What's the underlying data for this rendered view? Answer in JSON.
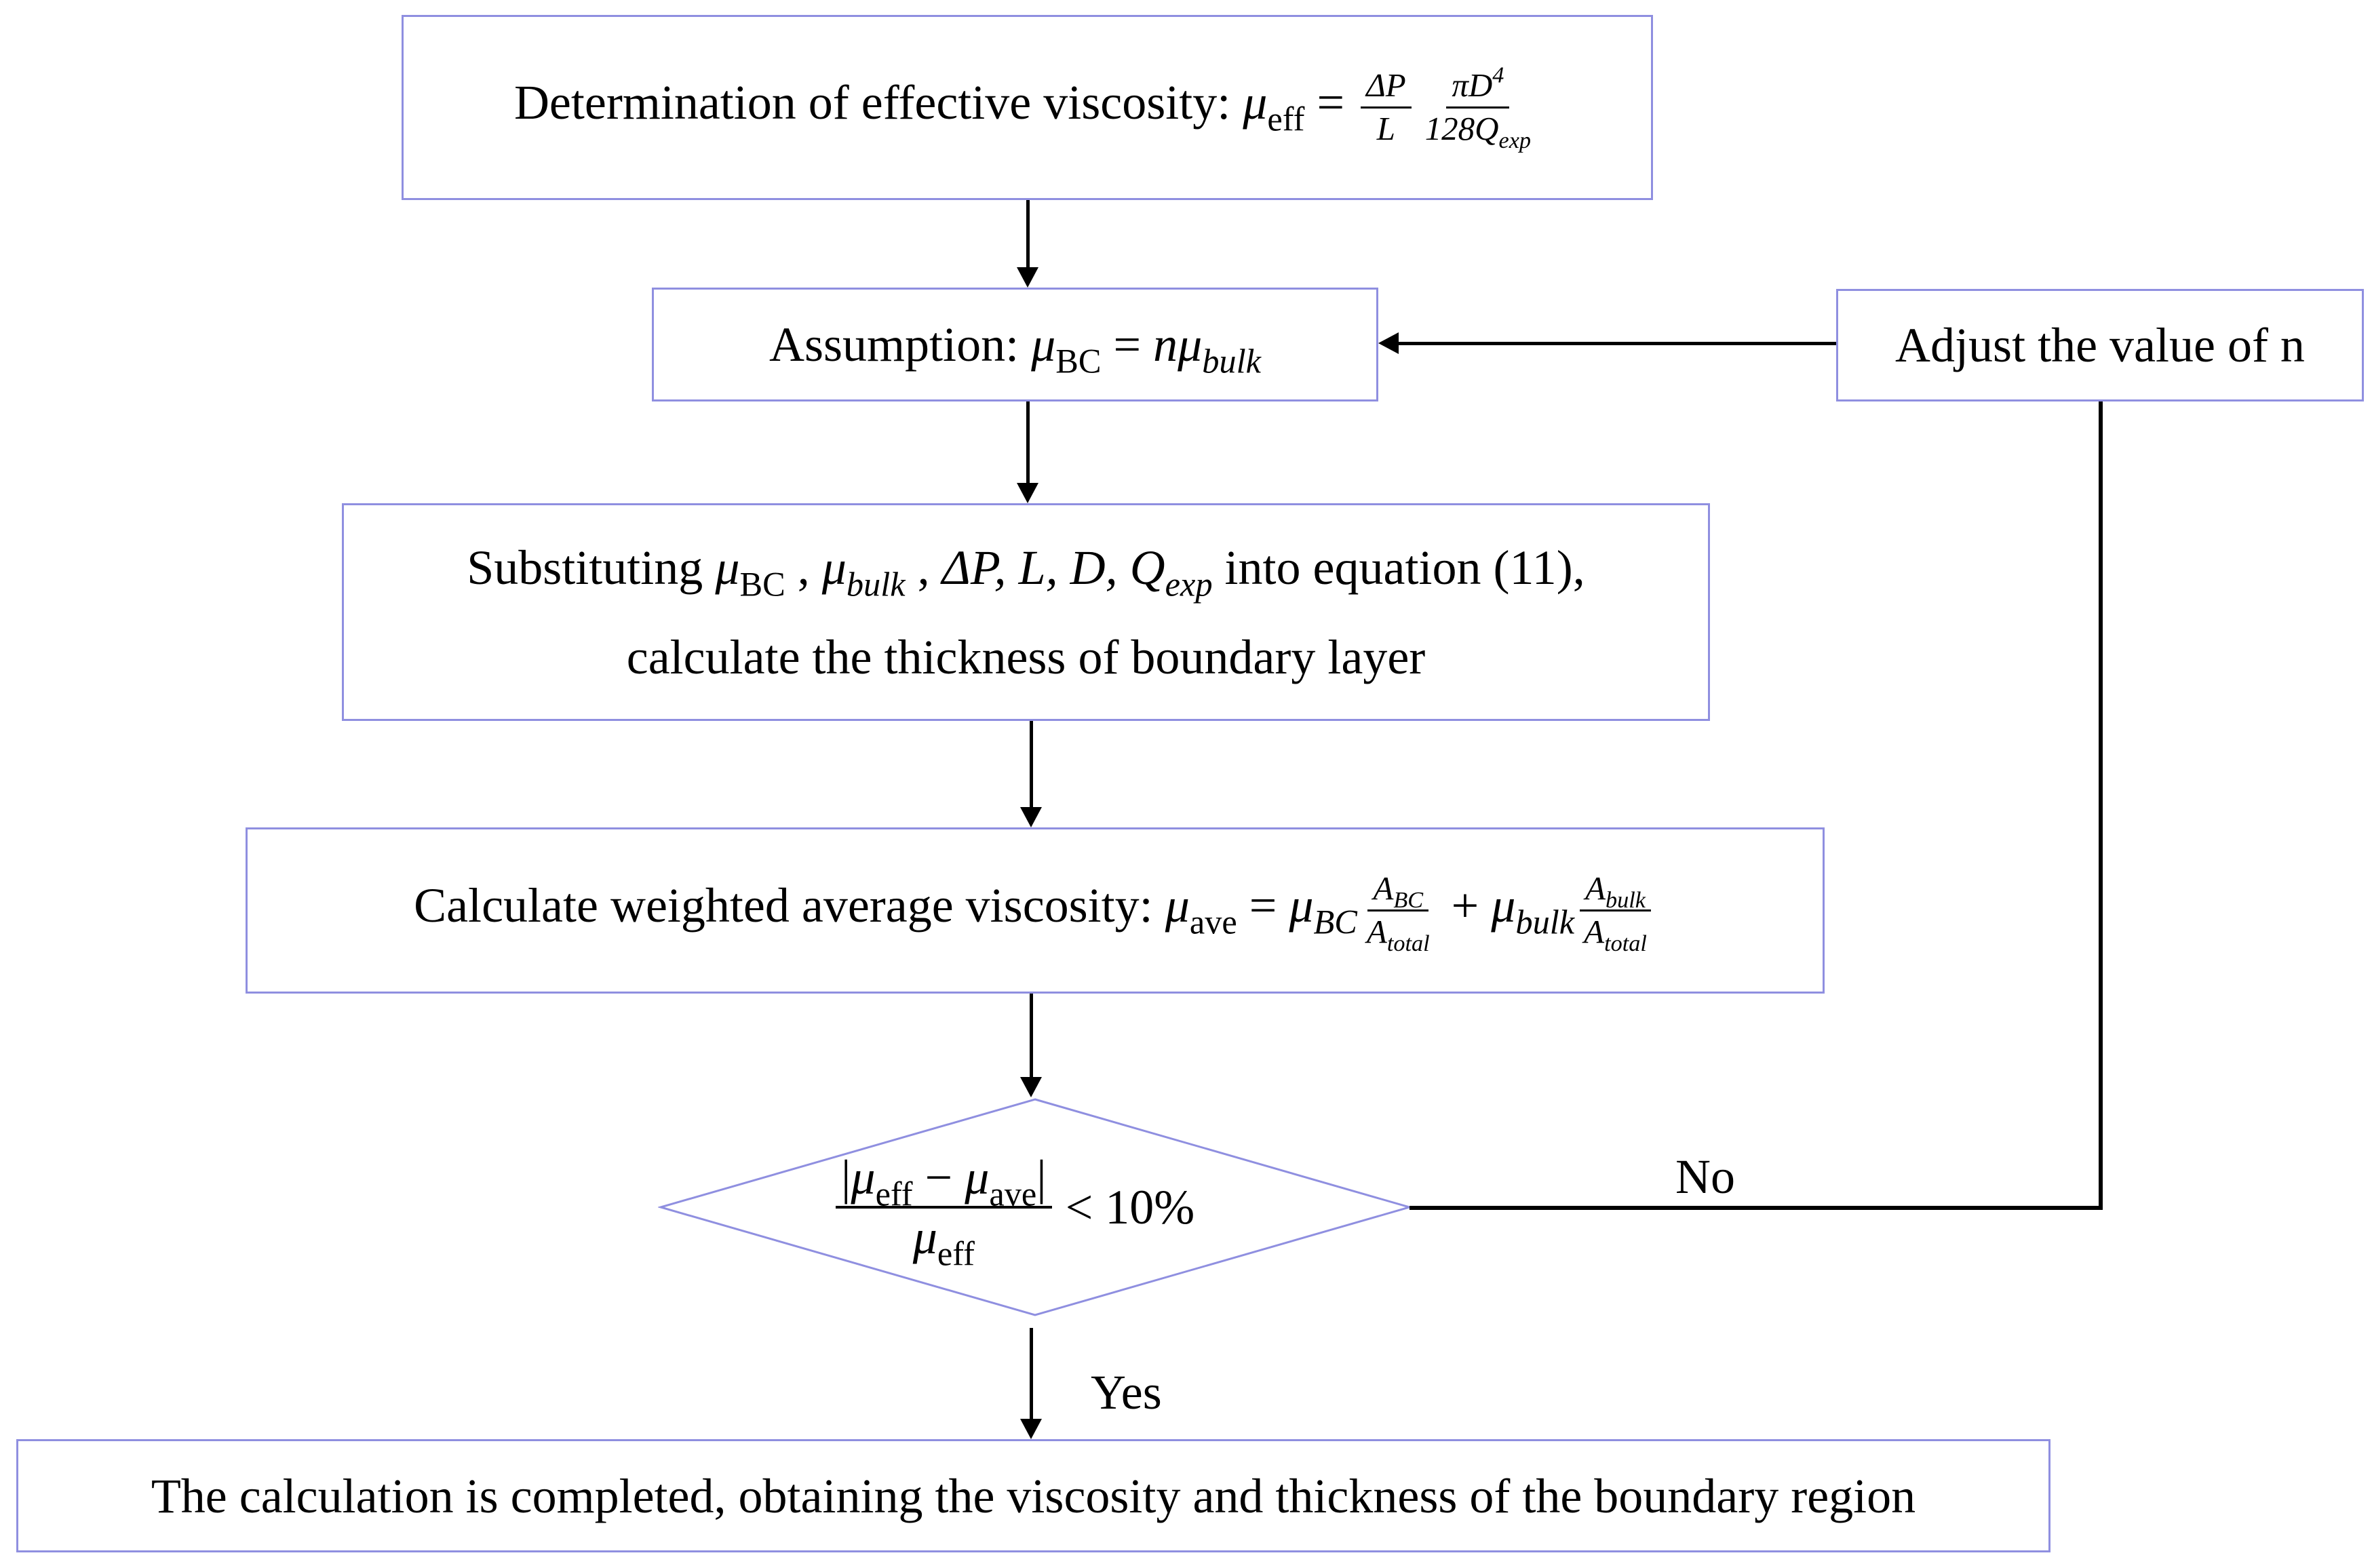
{
  "step1": {
    "prefix": "Determination of effective viscosity: ",
    "mu": "μ",
    "mu_sub": "eff",
    "eq": " = ",
    "f1_num": "ΔP",
    "f1_den": "L",
    "f2_num_a": "πD",
    "f2_num_exp": "4",
    "f2_den_a": "128Q",
    "f2_den_sub": "exp"
  },
  "step2": {
    "prefix": "Assumption: ",
    "mu": "μ",
    "mu_sub": "BC",
    "eq": " = ",
    "rhs": "nμ",
    "rhs_sub": "bulk"
  },
  "step3": {
    "line1_a": "Substituting ",
    "mu": "μ",
    "mu_sub": "BC",
    "sep1": " , ",
    "mu2": "μ",
    "mu2_sub": "bulk",
    "sep2": " , ",
    "dp": "ΔP,  ",
    "ld": "L, D, ",
    "q": "Q",
    "q_sub": "exp",
    "line1_b": " into equation (11),",
    "line2": "calculate the thickness of boundary layer"
  },
  "step4": {
    "prefix": "Calculate weighted average viscosity: ",
    "mu": "μ",
    "mu_sub": "ave",
    "eq": " = ",
    "mu_bc": "μ",
    "mu_bc_sub": "BC",
    "fa_num": "A",
    "fa_num_sub": "BC",
    "fa_den": "A",
    "fa_den_sub": "total",
    "plus": " + ",
    "mu_bulk": "μ",
    "mu_bulk_sub": "bulk",
    "fb_num": "A",
    "fb_num_sub": "bulk",
    "fb_den": "A",
    "fb_den_sub": "total"
  },
  "decision": {
    "num_open": "|",
    "num_mu1": "μ",
    "num_mu1_sub": "eff",
    "num_minus": " − ",
    "num_mu2": "μ",
    "num_mu2_sub": "ave",
    "num_close": "|",
    "den_mu": "μ",
    "den_sub": "eff",
    "rhs": "< 10%"
  },
  "adjust": {
    "label": "Adjust the value of n"
  },
  "final": {
    "label": "The calculation is completed, obtaining the viscosity and thickness of the boundary region"
  },
  "edges": {
    "no": "No",
    "yes": "Yes"
  },
  "colors": {
    "box_border": "#8f8fe0",
    "line": "#000000"
  }
}
